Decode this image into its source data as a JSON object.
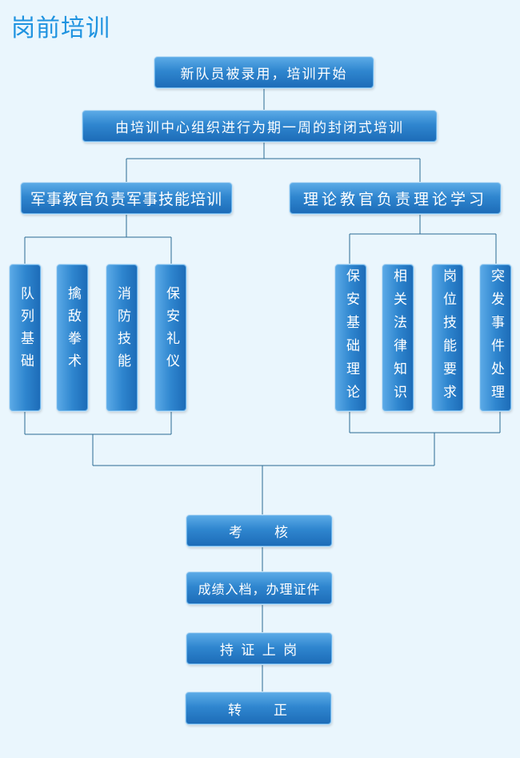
{
  "title": "岗前培训",
  "steps": {
    "start": "新队员被录用，培训开始",
    "closed_training": "由培训中心组织进行为期一周的封闭式培训",
    "military": "军事教官负责军事技能培训",
    "theory": "理论教官负责理论学习",
    "exam": "考　　核",
    "record": "成绩入档，办理证件",
    "post": "持 证 上 岗",
    "regular": "转　　正"
  },
  "military_items": [
    "队列基础",
    "擒敌拳术",
    "消防技能",
    "保安礼仪"
  ],
  "theory_items": [
    "保安基础理论",
    "相关法律知识",
    "岗位技能要求",
    "突发事件处理"
  ],
  "colors": {
    "background": "#eaf6fd",
    "title": "#1f93e0",
    "box": "#2f86cf",
    "line": "#2b6b93"
  }
}
